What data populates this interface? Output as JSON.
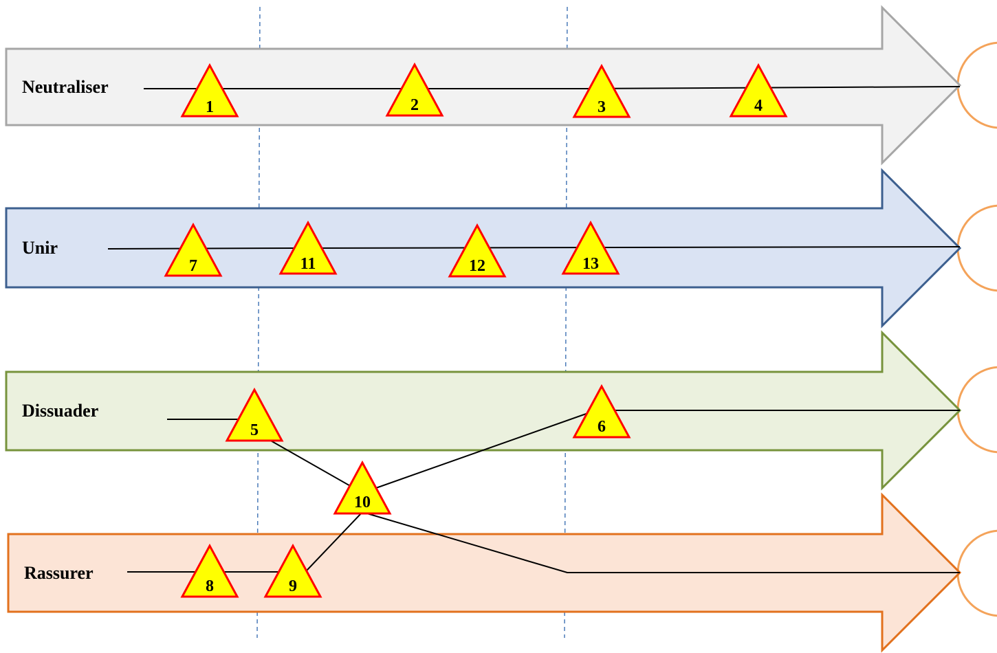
{
  "lanes": [
    {
      "id": "neutraliser",
      "label": "Neutraliser",
      "fill": "#f2f2f2",
      "stroke": "#a6a6a6"
    },
    {
      "id": "unir",
      "label": "Unir",
      "fill": "#dae3f3",
      "stroke": "#3c5f8f"
    },
    {
      "id": "dissuader",
      "label": "Dissuader",
      "fill": "#ebf1de",
      "stroke": "#77933c"
    },
    {
      "id": "rassurer",
      "label": "Rassurer",
      "fill": "#fce4d6",
      "stroke": "#e2711d"
    }
  ],
  "markers": [
    {
      "id": "m1",
      "label": "1"
    },
    {
      "id": "m2",
      "label": "2"
    },
    {
      "id": "m3",
      "label": "3"
    },
    {
      "id": "m4",
      "label": "4"
    },
    {
      "id": "m7",
      "label": "7"
    },
    {
      "id": "m11",
      "label": "11"
    },
    {
      "id": "m12",
      "label": "12"
    },
    {
      "id": "m13",
      "label": "13"
    },
    {
      "id": "m5",
      "label": "5"
    },
    {
      "id": "m6",
      "label": "6"
    },
    {
      "id": "m10",
      "label": "10"
    },
    {
      "id": "m8",
      "label": "8"
    },
    {
      "id": "m9",
      "label": "9"
    }
  ],
  "colors": {
    "marker_fill": "#ffff00",
    "marker_stroke": "#ff0000",
    "goal_stroke": "#f4a35a",
    "guide_line": "#4a7ab8"
  }
}
